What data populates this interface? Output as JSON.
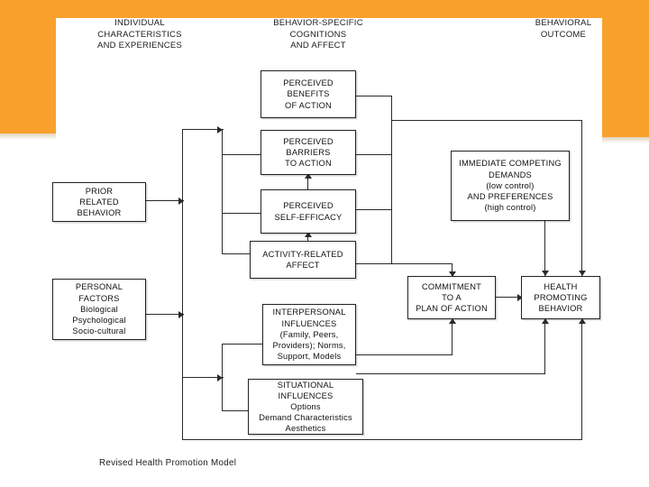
{
  "figure": {
    "caption": "Revised Health Promotion Model",
    "background_color": "#ffffff",
    "accent_color": "#f9a12c",
    "line_color": "#2a2a2a"
  },
  "headings": {
    "left": "INDIVIDUAL\nCHARACTERISTICS\nAND EXPERIENCES",
    "middle": "BEHAVIOR-SPECIFIC\nCOGNITIONS\nAND AFFECT",
    "right": "BEHAVIORAL\nOUTCOME"
  },
  "nodes": {
    "prior_related_behavior": "PRIOR\nRELATED\nBEHAVIOR",
    "personal_factors": "PERSONAL\nFACTORS\nBiological\nPsychological\nSocio-cultural",
    "perceived_benefits": "PERCEIVED\nBENEFITS\nOF ACTION",
    "perceived_barriers": "PERCEIVED\nBARRIERS\nTO ACTION",
    "perceived_self_efficacy": "PERCEIVED\nSELF-EFFICACY",
    "activity_related_affect": "ACTIVITY-RELATED\nAFFECT",
    "interpersonal_influences": "INTERPERSONAL\nINFLUENCES\n(Family, Peers,\nProviders); Norms,\nSupport, Models",
    "situational_influences": "SITUATIONAL\nINFLUENCES\nOptions\nDemand Characteristics\nAesthetics",
    "immediate_competing_demands": "IMMEDIATE COMPETING\nDEMANDS\n(low control)\nAND PREFERENCES\n(high control)",
    "commitment_to_plan": "COMMITMENT\nTO A\nPLAN OF ACTION",
    "health_promoting_behavior": "HEALTH\nPROMOTING\nBEHAVIOR"
  }
}
